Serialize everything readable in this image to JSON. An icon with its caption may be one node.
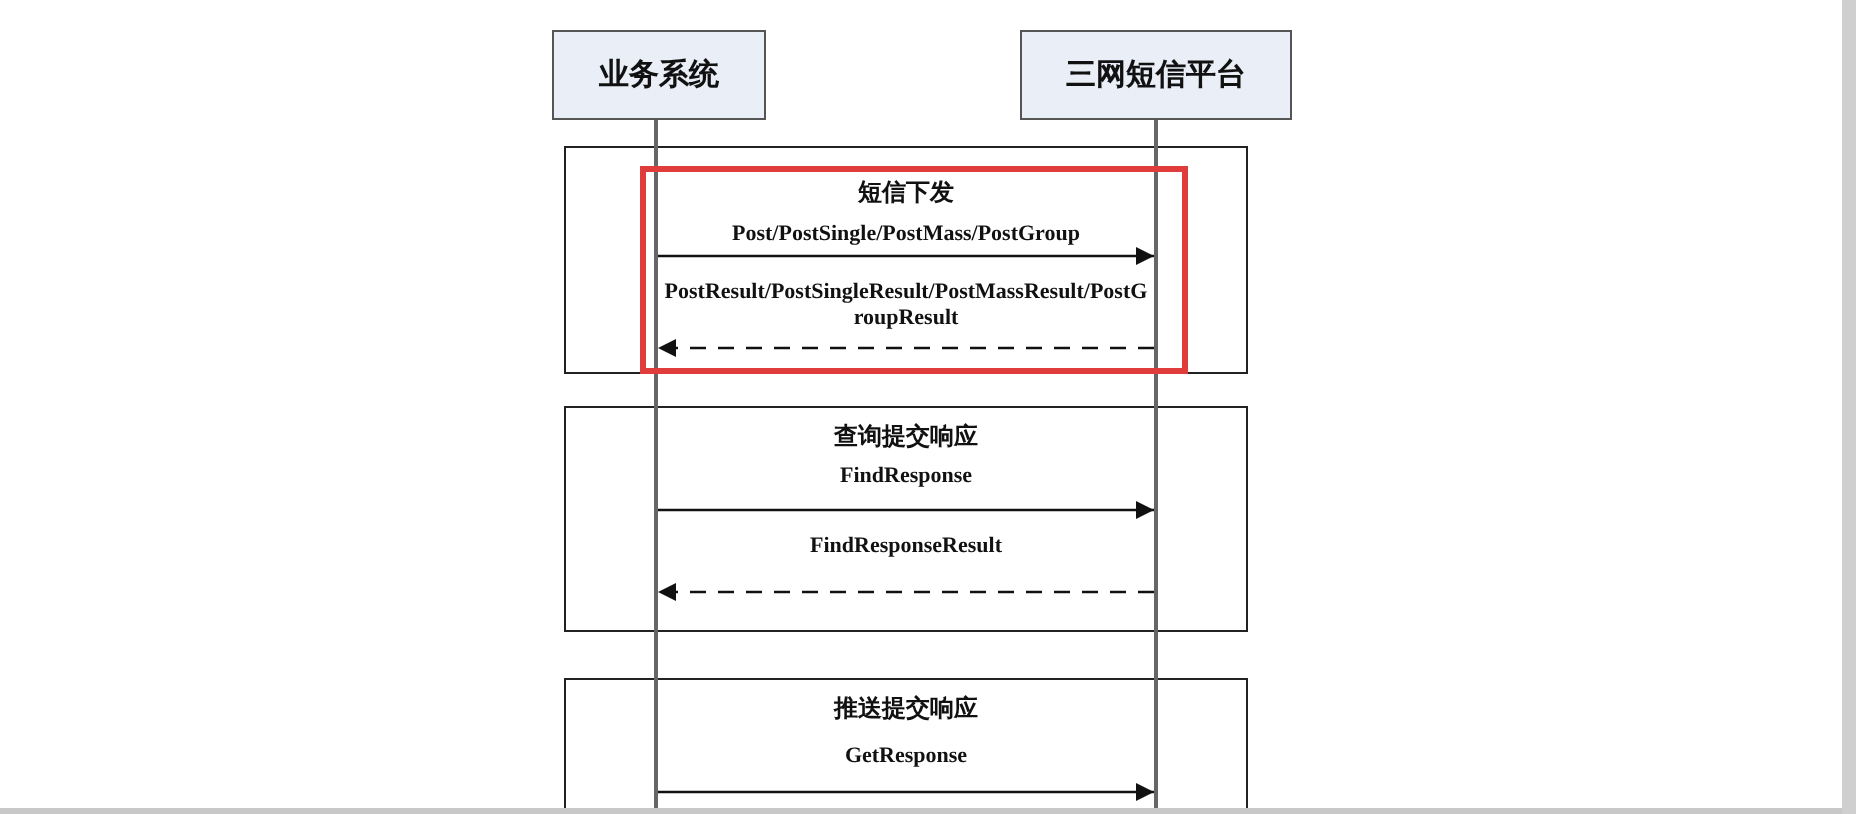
{
  "diagram": {
    "nodes": [
      {
        "text": [
          "业务系统"
        ]
      },
      {
        "text": [
          "三网短信平台"
        ]
      },
      {
        "text": [],
        "shape": "line"
      },
      {
        "text": [],
        "shape": "line"
      },
      {
        "text": [
          "短信下发"
        ]
      },
      {
        "text": [
          "查询提交响应"
        ]
      },
      {
        "text": [
          "推送提交响应"
        ]
      }
    ],
    "edges": [
      {
        "from": 2,
        "to": 3,
        "arrow": "to",
        "label": "Post/PostSingle/PostMass/PostGroup"
      },
      {
        "from": 3,
        "to": 2,
        "arrow": "to",
        "style": "dashed",
        "label": "PostResult/PostSingleResult/PostMassResult/PostGroupResult"
      },
      {
        "from": 2,
        "to": 3,
        "arrow": "to",
        "label": "FindResponse"
      },
      {
        "from": 3,
        "to": 2,
        "arrow": "to",
        "style": "dashed",
        "label": "FindResponseResult"
      },
      {
        "from": 2,
        "to": 3,
        "arrow": "to",
        "label": "GetResponse"
      }
    ]
  }
}
